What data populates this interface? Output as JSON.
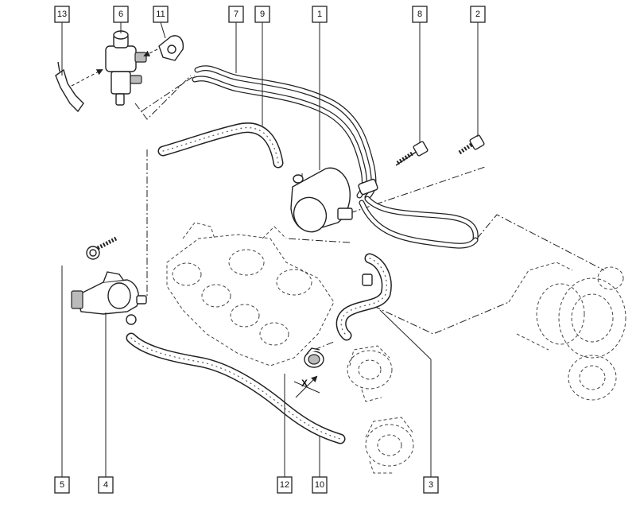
{
  "callouts": {
    "top": [
      "13",
      "6",
      "11",
      "7",
      "9",
      "1",
      "8",
      "2"
    ],
    "bottom": [
      "5",
      "4",
      "12",
      "10",
      "3"
    ]
  },
  "dimension_label": "X"
}
